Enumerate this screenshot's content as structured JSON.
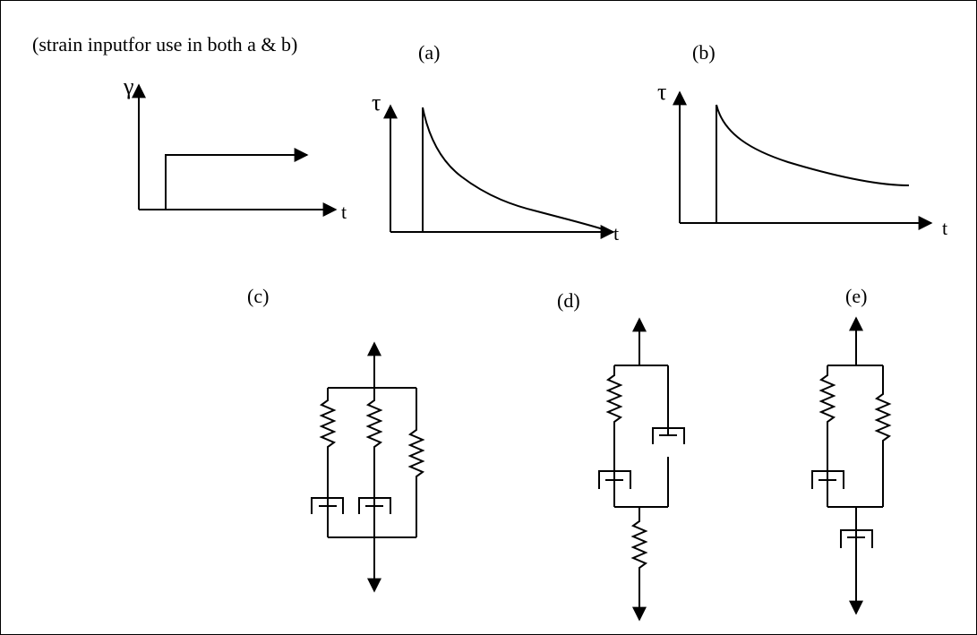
{
  "caption": "(strain inputfor use in both a & b)",
  "panels": {
    "a": "(a)",
    "b": "(b)",
    "c": "(c)",
    "d": "(d)",
    "e": "(e)"
  },
  "axes": {
    "strain": "γ",
    "stress": "τ",
    "time": "t"
  }
}
